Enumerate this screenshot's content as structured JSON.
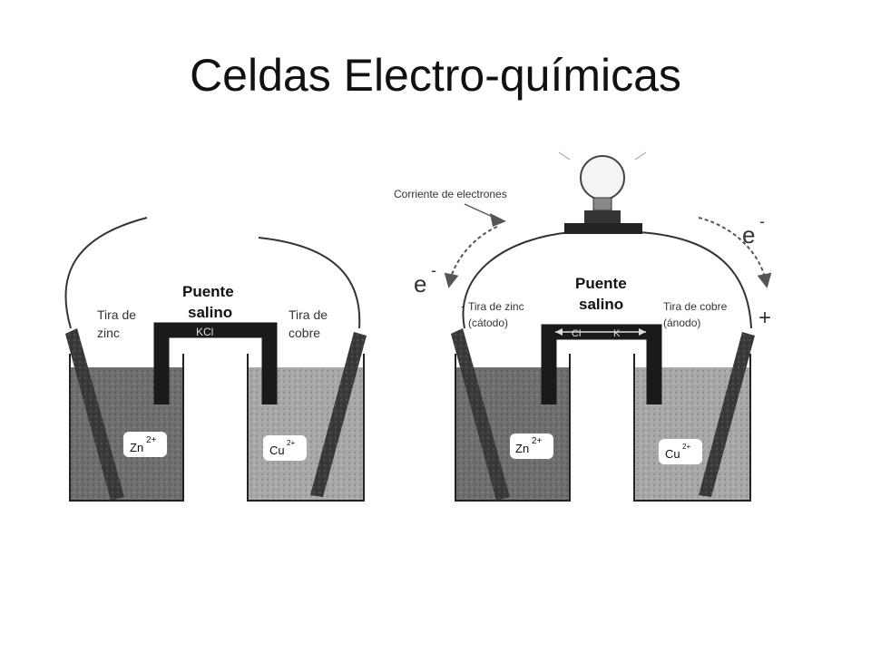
{
  "slide": {
    "title": "Celdas Electro-químicas"
  },
  "left_cell": {
    "bridge_title_1": "Puente",
    "bridge_title_2": "salino",
    "bridge_salt": "KCl",
    "zinc_label_1": "Tira de",
    "zinc_label_2": "zinc",
    "copper_label_1": "Tira de",
    "copper_label_2": "cobre",
    "ion_zn": "Zn",
    "ion_zn_charge": "2+",
    "ion_cu": "Cu",
    "ion_cu_charge": "2+"
  },
  "right_cell": {
    "current_label": "Corriente de electrones",
    "electron_left": "e",
    "electron_right": "e",
    "electron_charge": "-",
    "plus_sign": "+",
    "minus_sign": "-",
    "bridge_title_1": "Puente",
    "bridge_title_2": "salino",
    "bridge_anion": "Cl",
    "bridge_cation": "K",
    "zinc_label_1": "Tira de zinc",
    "zinc_label_2": "(cátodo)",
    "copper_label_1": "Tira de cobre",
    "copper_label_2": "(ánodo)",
    "ion_zn": "Zn",
    "ion_zn_charge": "2+",
    "ion_cu": "Cu",
    "ion_cu_charge": "2+"
  },
  "colors": {
    "solution_dark": "#6f6f6f",
    "solution_light": "#a9a9a9",
    "electrode": "#3a3a3a",
    "bridge": "#1a1a1a"
  }
}
